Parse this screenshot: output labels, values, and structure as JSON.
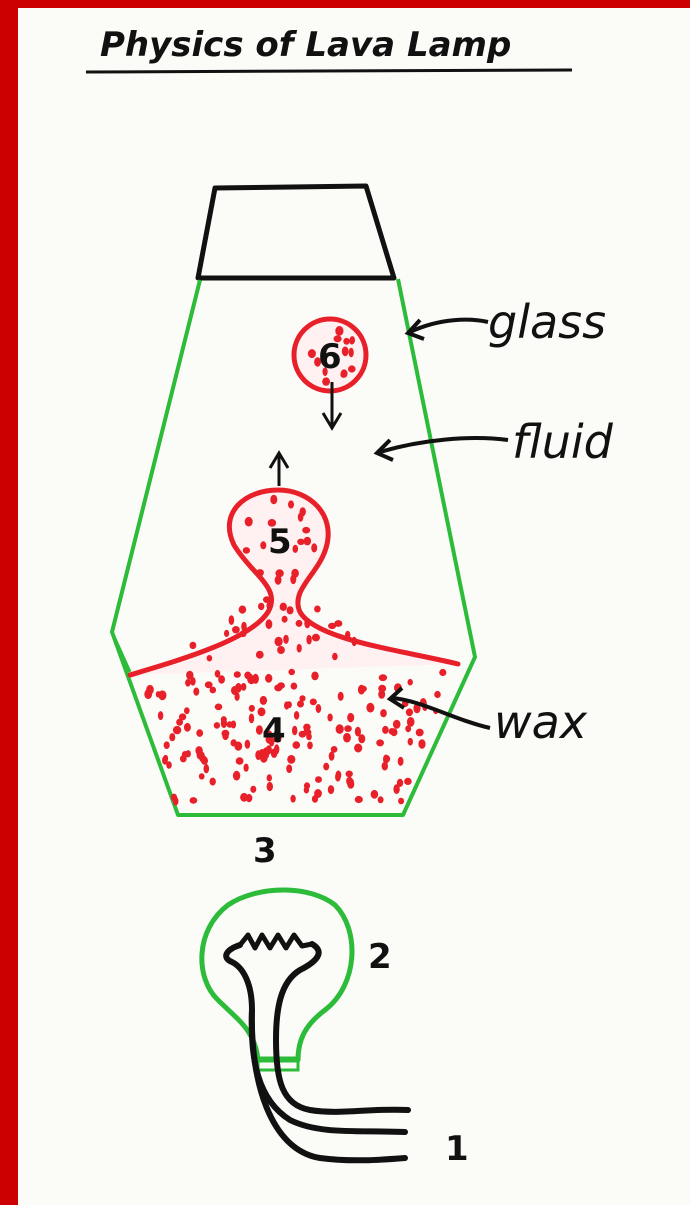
{
  "title": "Physics of Lava Lamp",
  "labels": {
    "glass": "glass",
    "fluid": "fluid",
    "wax": "wax"
  },
  "numbers": {
    "n1": "1",
    "n2": "2",
    "n3": "3",
    "n4": "4",
    "n5": "5",
    "n6": "6"
  },
  "colors": {
    "frame": "#cc0000",
    "paper": "#fbfbf8",
    "ink": "#111111",
    "wax": "#e8202a",
    "glass": "#2dbb3a"
  }
}
